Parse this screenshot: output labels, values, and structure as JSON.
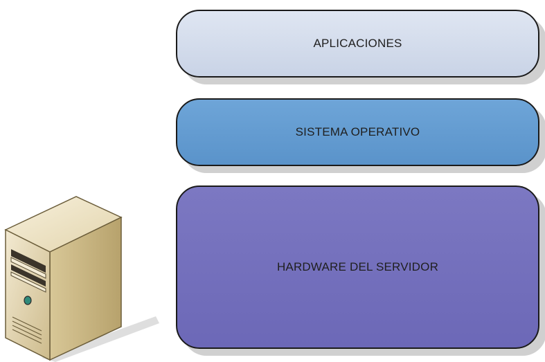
{
  "diagram": {
    "layers": {
      "applications": "APLICACIONES",
      "operating_system": "SISTEMA OPERATIVO",
      "hardware": "HARDWARE DEL SERVIDOR"
    },
    "server_icon": "server-tower-icon",
    "colors": {
      "applications_fill": "#c9d3e6",
      "operating_system_fill": "#5a93ca",
      "hardware_fill": "#6c68b7",
      "server_body": "#d9c8a0"
    }
  }
}
